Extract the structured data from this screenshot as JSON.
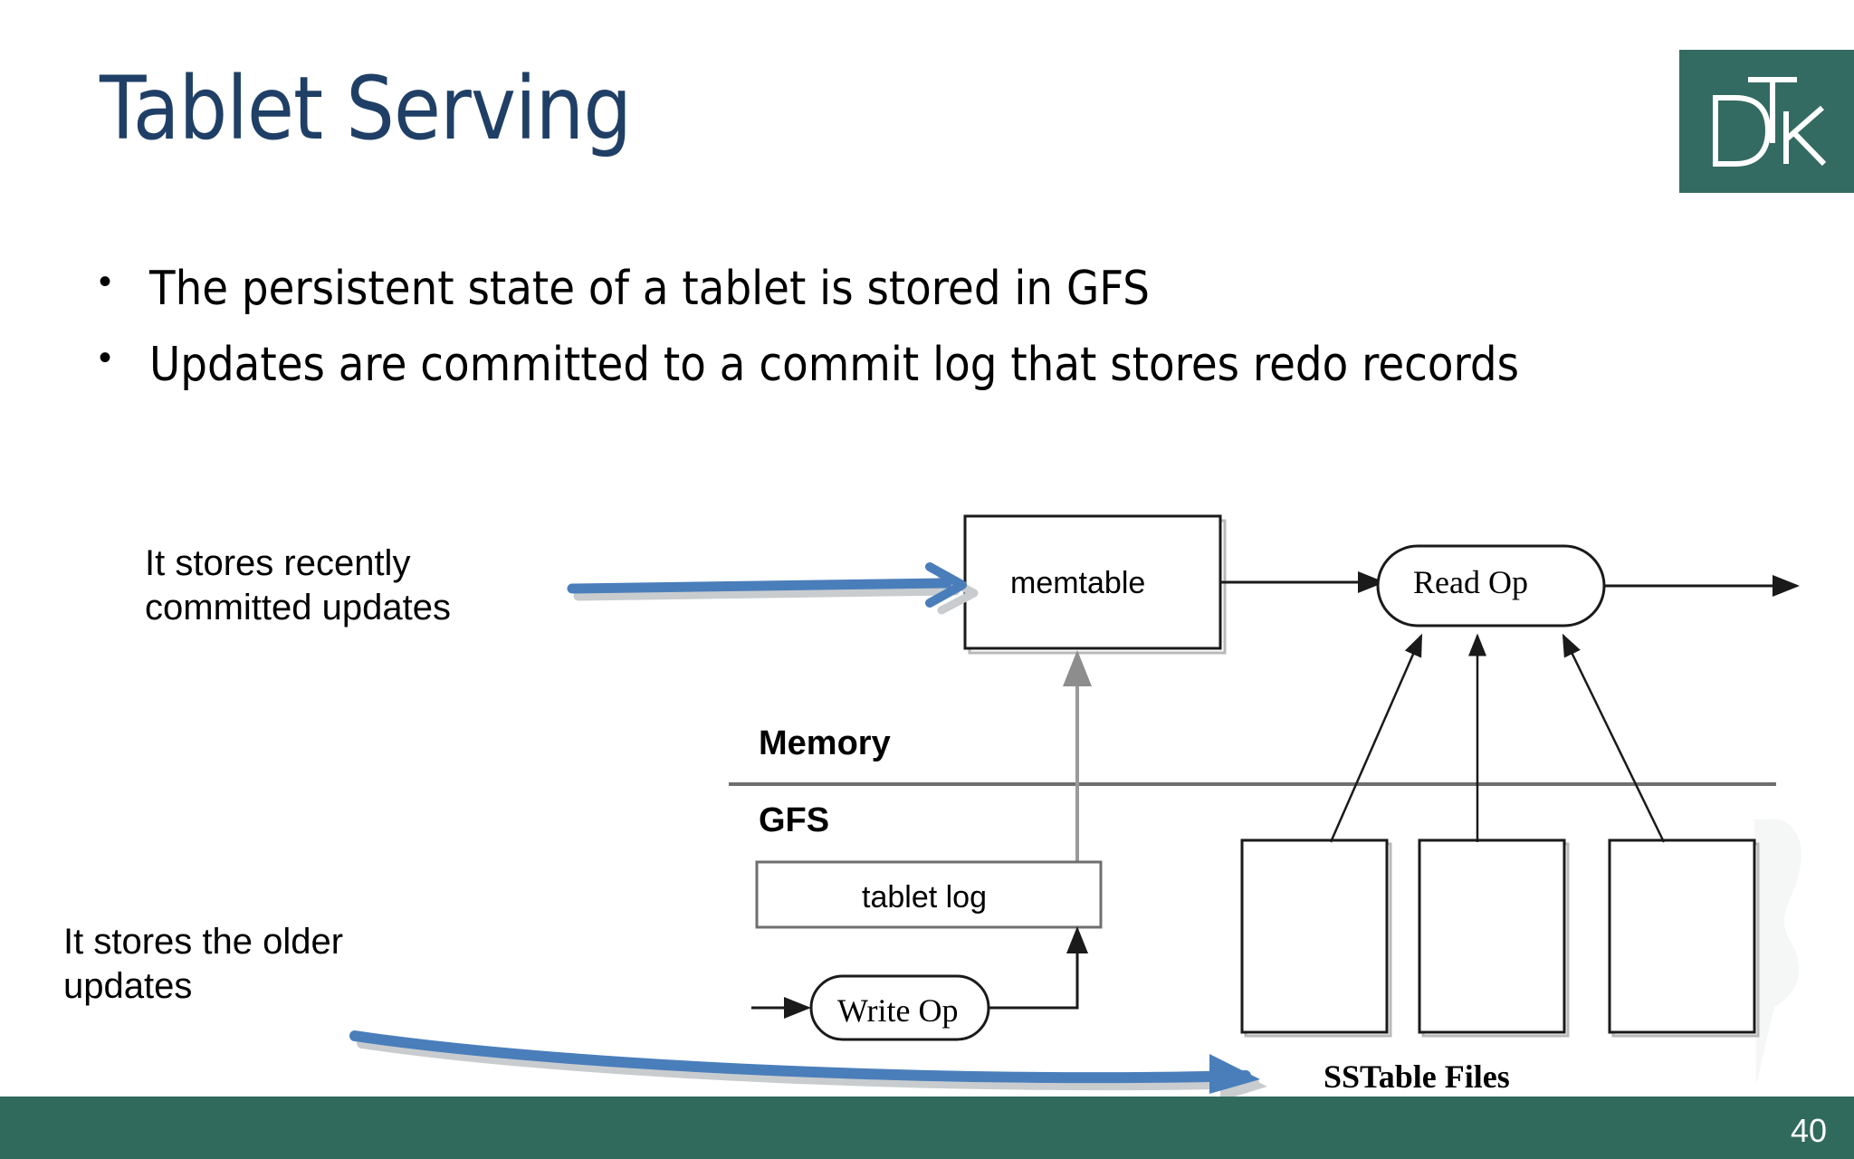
{
  "slide": {
    "title": "Tablet Serving",
    "page_number": "40",
    "title_color": "#1f3f66",
    "accent_color": "#306a5c",
    "annotation_arrow_color": "#4a7ebb"
  },
  "logo": {
    "text": "DTK",
    "background": "#336b62",
    "foreground": "#ffffff"
  },
  "bullets": [
    {
      "marker": "•",
      "text": "The persistent state of a tablet is stored in GFS"
    },
    {
      "marker": "•",
      "text": "Updates are committed to a commit log that stores redo records"
    }
  ],
  "annotations": [
    {
      "id": "top",
      "text": "It stores recently\ncommitted updates",
      "target": "memtable"
    },
    {
      "id": "bottom",
      "text": "It stores the older\nupdates",
      "target": "sstable-files"
    }
  ],
  "diagram": {
    "memtable_label": "memtable",
    "read_op_label": "Read Op",
    "write_op_label": "Write Op",
    "tablet_log_label": "tablet log",
    "memory_label": "Memory",
    "gfs_label": "GFS",
    "sstable_files_label": "SSTable Files",
    "sstable_count": 3
  }
}
